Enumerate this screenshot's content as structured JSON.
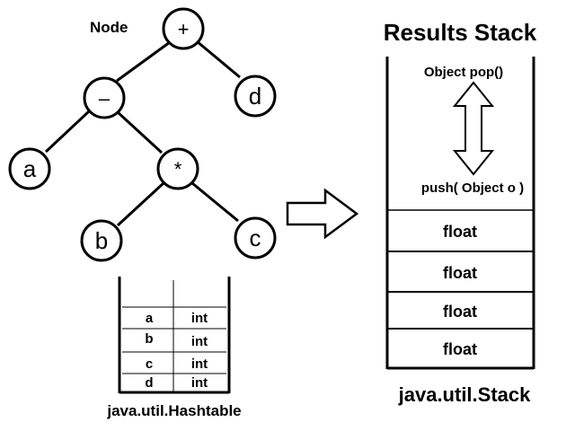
{
  "tree": {
    "node_caption": "Node",
    "nodes": {
      "plus": "+",
      "minus": "–",
      "d": "d",
      "a": "a",
      "star": "*",
      "b": "b",
      "c": "c"
    }
  },
  "hashtable": {
    "rows": [
      {
        "key": "a",
        "type": "int"
      },
      {
        "key": "b",
        "type": "int"
      },
      {
        "key": "c",
        "type": "int"
      },
      {
        "key": "d",
        "type": "int"
      }
    ],
    "caption": "java.util.Hashtable"
  },
  "stack": {
    "title": "Results Stack",
    "pop_label": "Object pop()",
    "push_label": "push( Object o )",
    "items": [
      "float",
      "float",
      "float",
      "float"
    ],
    "caption": "java.util.Stack"
  }
}
